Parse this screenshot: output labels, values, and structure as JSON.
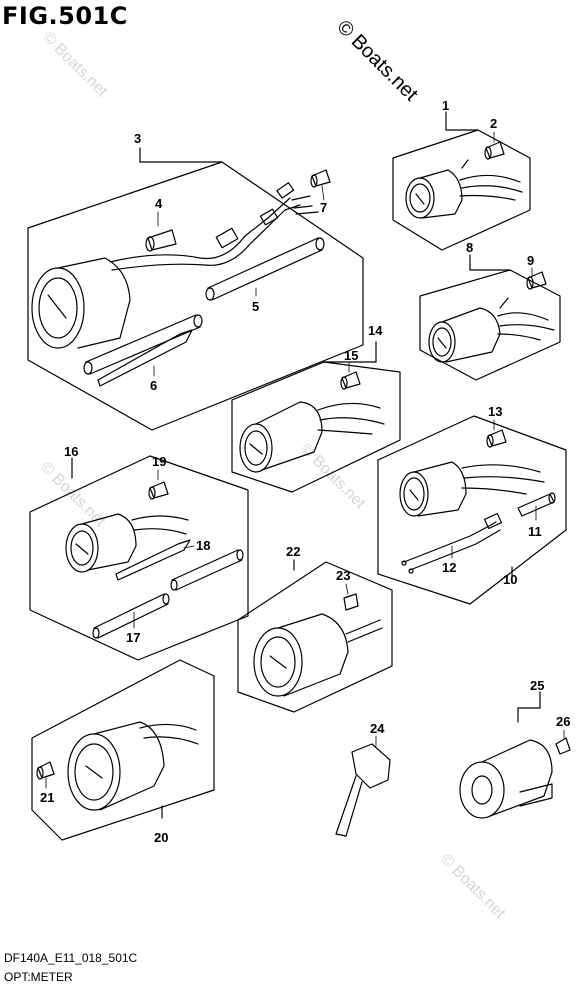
{
  "figure": {
    "title": "FIG.501C"
  },
  "footer": {
    "code": "DF140A_E11_018_501C",
    "description": "OPT:METER"
  },
  "watermark": {
    "main": "© Boats.net",
    "faint": "© Boats.net"
  },
  "callouts": {
    "c1": "1",
    "c2": "2",
    "c3": "3",
    "c4": "4",
    "c5": "5",
    "c6": "6",
    "c7": "7",
    "c8": "8",
    "c9": "9",
    "c10": "10",
    "c11": "11",
    "c12": "12",
    "c13": "13",
    "c14": "14",
    "c15": "15",
    "c16": "16",
    "c17": "17",
    "c18": "18",
    "c19": "19",
    "c20": "20",
    "c21": "21",
    "c22": "22",
    "c23": "23",
    "c24": "24",
    "c25": "25",
    "c26": "26"
  }
}
